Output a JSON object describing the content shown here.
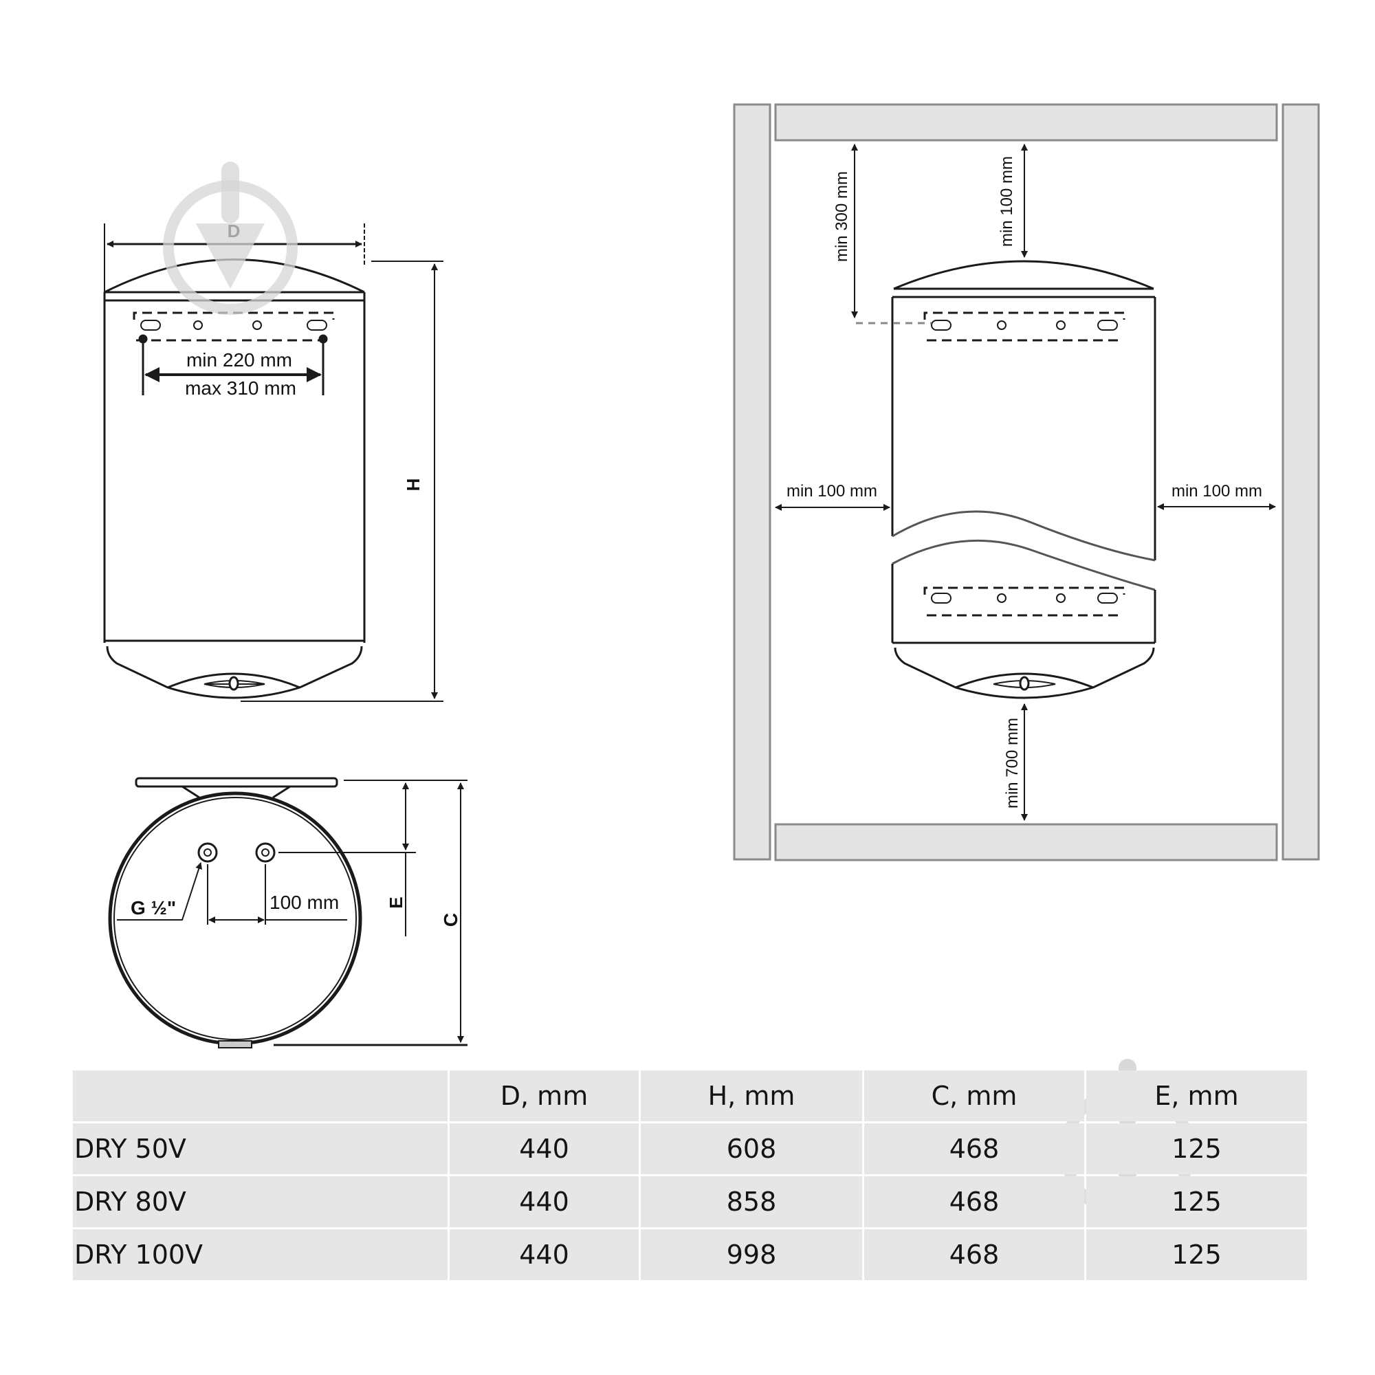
{
  "front_view": {
    "width_label": "D",
    "height_label": "H",
    "bracket_min": "min 220 mm",
    "bracket_max": "max 310 mm"
  },
  "top_view": {
    "thread_label": "G ½\"",
    "pipe_spacing": "100 mm",
    "depth_label": "C",
    "offset_label": "E"
  },
  "installation_view": {
    "clearance_top_to_bracket": "min 300 mm",
    "clearance_top": "min 100 mm",
    "clearance_left": "min 100 mm",
    "clearance_right": "min 100 mm",
    "clearance_bottom": "min 700 mm"
  },
  "table": {
    "headers": [
      "",
      "D, mm",
      "H, mm",
      "C, mm",
      "E, mm"
    ],
    "rows": [
      {
        "model": "DRY 50V",
        "D": "440",
        "H": "608",
        "C": "468",
        "E": "125"
      },
      {
        "model": "DRY 80V",
        "D": "440",
        "H": "858",
        "C": "468",
        "E": "125"
      },
      {
        "model": "DRY 100V",
        "D": "440",
        "H": "998",
        "C": "468",
        "E": "125"
      }
    ]
  },
  "colors": {
    "line": "#1a1a1a",
    "wall_fill": "#e4e4e4",
    "wall_stroke": "#8a8a8a",
    "table_cell": "#e6e6e6",
    "watermark": "#d6d6d6"
  },
  "watermark_icon": "download-arrow-circle-icon"
}
